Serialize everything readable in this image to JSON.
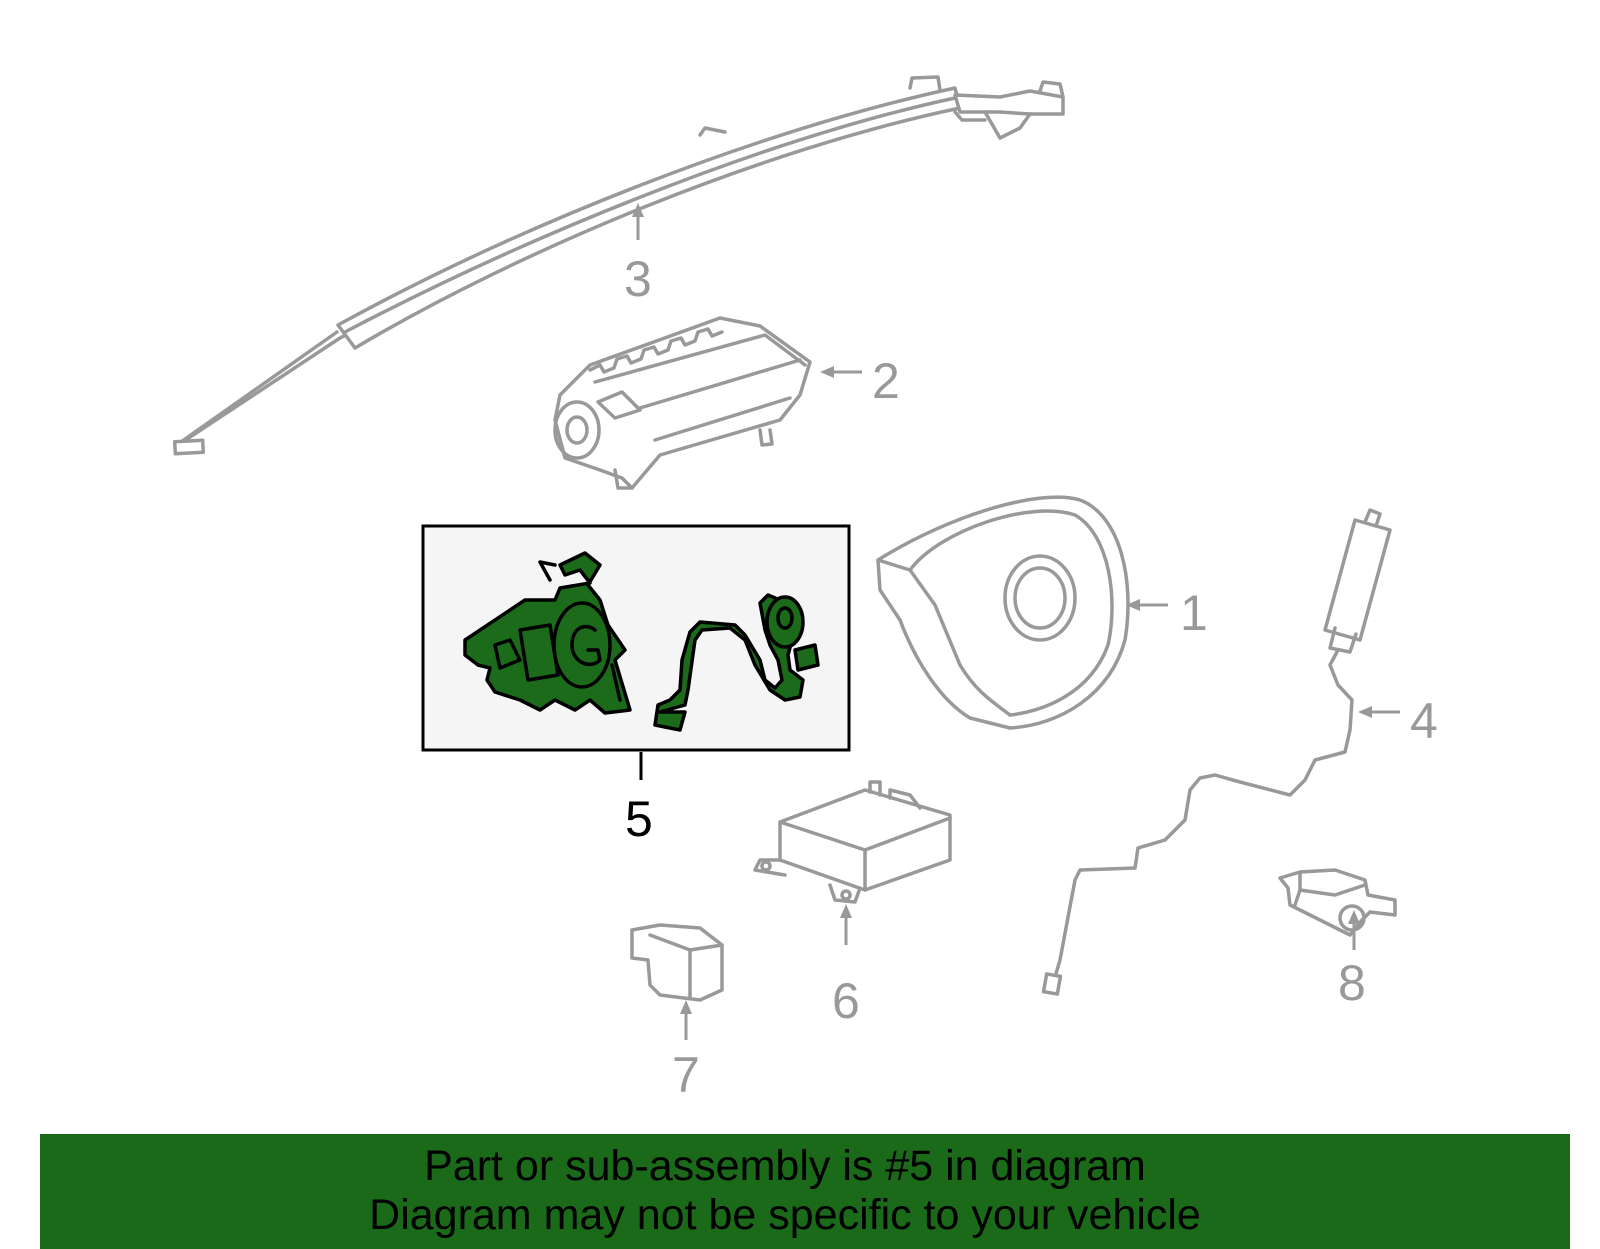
{
  "callouts": {
    "c1": "1",
    "c2": "2",
    "c3": "3",
    "c4": "4",
    "c5": "5",
    "c6": "6",
    "c7": "7",
    "c8": "8"
  },
  "parts": [
    {
      "number": "1",
      "name": "driver-airbag-icon"
    },
    {
      "number": "2",
      "name": "passenger-airbag-icon"
    },
    {
      "number": "3",
      "name": "curtain-airbag-icon"
    },
    {
      "number": "4",
      "name": "side-impact-sensor-cable-icon"
    },
    {
      "number": "5",
      "name": "clockspring-assembly-icon",
      "highlighted": true
    },
    {
      "number": "6",
      "name": "airbag-control-module-icon"
    },
    {
      "number": "7",
      "name": "impact-sensor-icon"
    },
    {
      "number": "8",
      "name": "front-impact-sensor-icon"
    }
  ],
  "banner": {
    "line1": "Part or sub-assembly is #5 in diagram",
    "line2": "Diagram may not be specific to your vehicle"
  },
  "colors": {
    "highlight_part": "#1b6b1b",
    "banner_bg": "#1a6a1a",
    "part_stroke": "#999999"
  }
}
